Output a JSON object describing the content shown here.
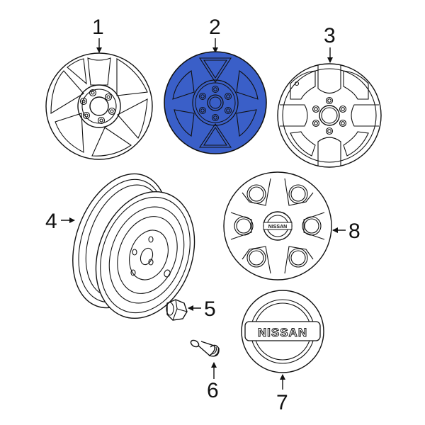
{
  "diagram": {
    "type": "exploded-parts-diagram",
    "subject": "Wheels & Covers",
    "highlight_color": "#3a5fc8",
    "line_color": "#111111",
    "background": "#ffffff"
  },
  "callouts": [
    {
      "number": "1",
      "part": "alloy-wheel-6-spoke"
    },
    {
      "number": "2",
      "part": "alloy-wheel-highlighted",
      "highlighted": true
    },
    {
      "number": "3",
      "part": "alloy-wheel-5-spoke"
    },
    {
      "number": "4",
      "part": "steel-spare-wheel"
    },
    {
      "number": "5",
      "part": "lug-nut"
    },
    {
      "number": "6",
      "part": "valve-stem"
    },
    {
      "number": "7",
      "part": "center-cap"
    },
    {
      "number": "8",
      "part": "wheel-cover"
    }
  ],
  "labels": {
    "c1": "1",
    "c2": "2",
    "c3": "3",
    "c4": "4",
    "c5": "5",
    "c6": "6",
    "c7": "7",
    "c8": "8",
    "brand_center_cap": "NISSAN",
    "brand_wheel_cover": "NISSAN"
  }
}
